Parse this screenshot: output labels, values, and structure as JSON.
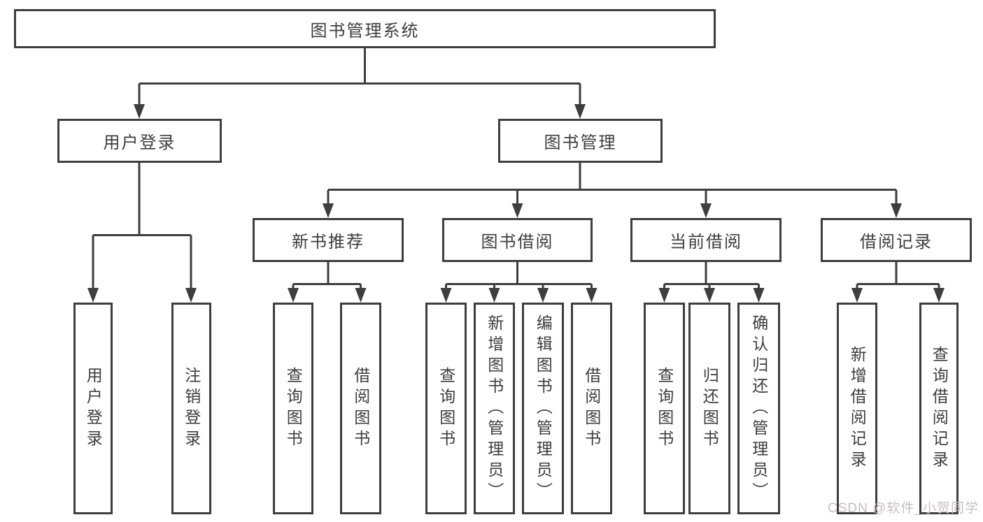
{
  "diagram": {
    "root": "图书管理系统",
    "level2": {
      "user_login": "用户登录",
      "book_management": "图书管理"
    },
    "level3": {
      "new_book_recommend": "新书推荐",
      "book_borrow": "图书借阅",
      "current_borrow": "当前借阅",
      "borrow_records": "借阅记录"
    },
    "leaves": {
      "user_login": "用户登录",
      "logout": "注销登录",
      "rec_query_books": "查询图书",
      "rec_borrow_books": "借阅图书",
      "bb_query_books": "查询图书",
      "bb_add_books": "新增图书（管理员）",
      "bb_edit_books": "编辑图书（管理员）",
      "bb_borrow_books": "借阅图书",
      "cb_query_books": "查询图书",
      "cb_return_books": "归还图书",
      "cb_confirm_return": "确认归还（管理员）",
      "br_add_record": "新增借阅记录",
      "br_query_record": "查询借阅记录"
    }
  },
  "watermark": "CSDN @软件_小贺同学",
  "colors": {
    "line": "#3e3e3e",
    "text": "#3d3d3d",
    "watermark": "#c7bebe",
    "background": "#ffffff"
  }
}
